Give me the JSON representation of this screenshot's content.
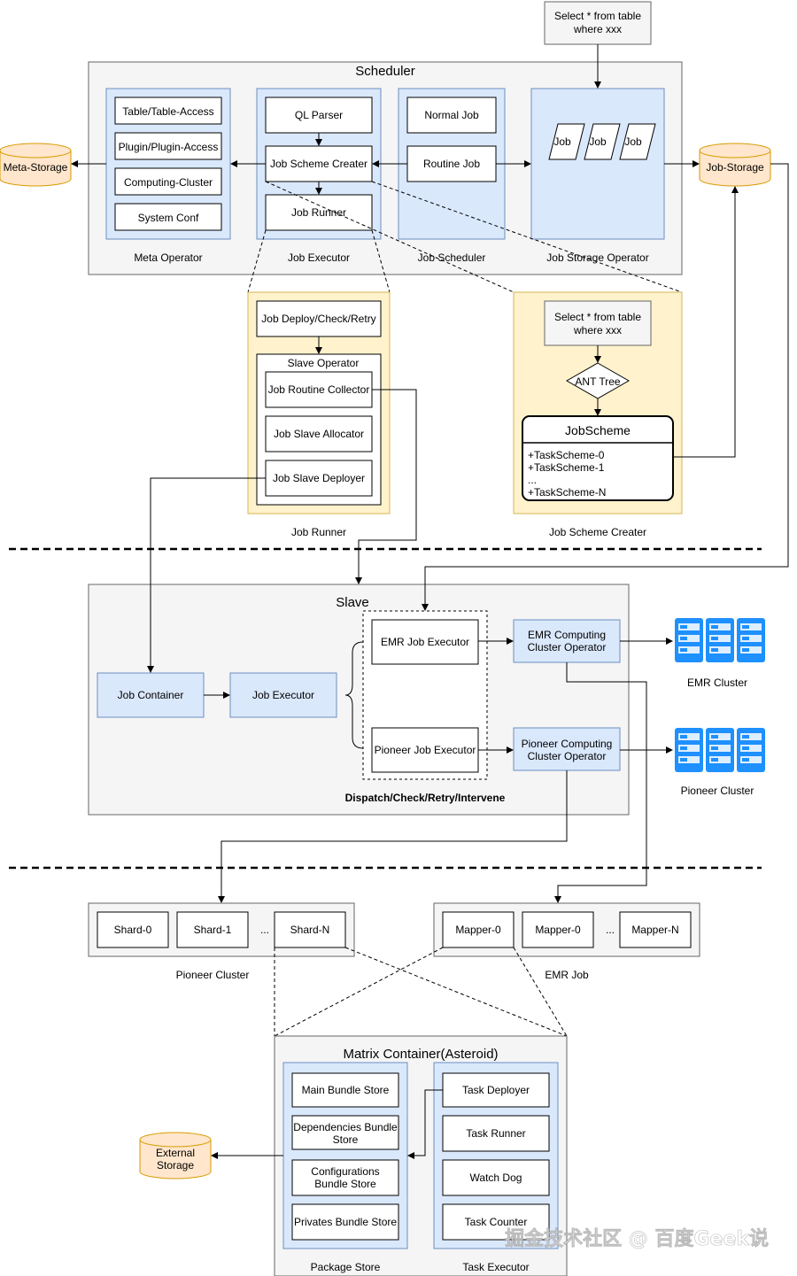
{
  "query": {
    "line1": "Select * from table",
    "line2": "where xxx"
  },
  "scheduler": {
    "title": "Scheduler",
    "meta_operator": {
      "label": "Meta Operator",
      "items": [
        "Table/Table-Access",
        "Plugin/Plugin-Access",
        "Computing-Cluster",
        "System Conf"
      ]
    },
    "job_executor": {
      "label": "Job Executor",
      "items": [
        "QL Parser",
        "Job Scheme Creater",
        "Job Runner"
      ]
    },
    "job_scheduler": {
      "label": "Job Scheduler",
      "items": [
        "Normal Job",
        "Routine Job"
      ]
    },
    "job_storage_operator": {
      "label": "Job Storage Operator",
      "job_label": "Job"
    }
  },
  "meta_storage": "Meta-Storage",
  "job_storage": "Job-Storage",
  "job_runner_detail": {
    "label": "Job Runner",
    "deploy": "Job Deploy/Check/Retry",
    "slave_operator": "Slave Operator",
    "items": [
      "Job Routine Collector",
      "Job Slave Allocator",
      "Job Slave Deployer"
    ]
  },
  "scheme_creater_detail": {
    "label": "Job Scheme Creater",
    "query1": "Select * from table",
    "query2": "where xxx",
    "ant_tree": "ANT Tree",
    "job_scheme": "JobScheme",
    "tasks": [
      "+TaskScheme-0",
      "+TaskScheme-1",
      "...",
      "+TaskScheme-N"
    ]
  },
  "slave": {
    "title": "Slave",
    "job_container": "Job Container",
    "job_executor": "Job Executor",
    "emr_executor": "EMR Job Executor",
    "pioneer_executor": "Pioneer Job Executor",
    "emr_operator": [
      "EMR Computing",
      "Cluster Operator"
    ],
    "pioneer_operator": [
      "Pioneer Computing",
      "Cluster Operator"
    ],
    "dispatch": "Dispatch/Check/Retry/Intervene"
  },
  "emr_cluster": "EMR Cluster",
  "pioneer_cluster_icon": "Pioneer Cluster",
  "pioneer_cluster": {
    "label": "Pioneer Cluster",
    "items": [
      "Shard-0",
      "Shard-1",
      "...",
      "Shard-N"
    ]
  },
  "emr_job": {
    "label": "EMR Job",
    "items": [
      "Mapper-0",
      "Mapper-0",
      "...",
      "Mapper-N"
    ]
  },
  "matrix": {
    "title": "Matrix Container(Asteroid)",
    "package_store": {
      "label": "Package Store"
    },
    "main_bundle": "Main Bundle Store",
    "deps_bundle": [
      "Dependencies Bundle",
      "Store"
    ],
    "conf_bundle": [
      "Configurations",
      "Bundle Store"
    ],
    "priv_bundle": "Privates Bundle Store",
    "task_executor": {
      "label": "Task Executor",
      "items": [
        "Task Deployer",
        "Task Runner",
        "Watch Dog",
        "Task Counter"
      ]
    }
  },
  "external_storage": [
    "External",
    "Storage"
  ],
  "watermark": "掘金技术社区 @ 百度Geek说",
  "colors": {
    "panel": "#f5f5f5",
    "blue": "#dae8fc",
    "yellow": "#fff2cc",
    "cyl": "#ffe6cc",
    "server": "#1e90ff"
  }
}
